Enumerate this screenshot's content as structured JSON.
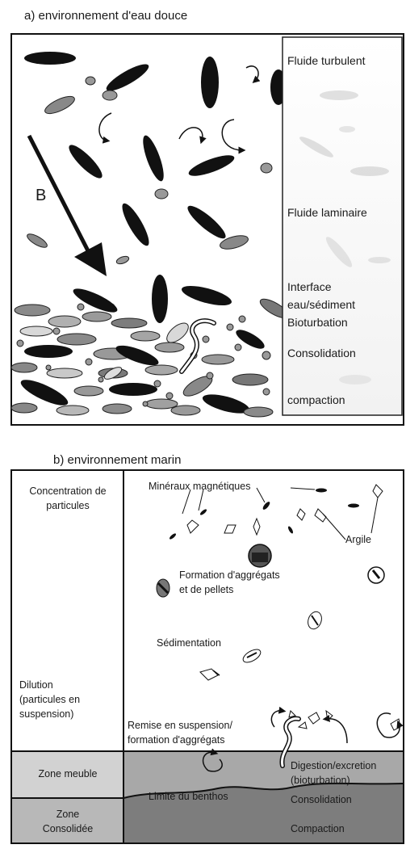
{
  "panel_a": {
    "title": "a) environnement d'eau douce",
    "arrow_label": "B",
    "labels": {
      "turbulent": "Fluide turbulent",
      "laminaire": "Fluide laminaire",
      "interface_1": "Interface",
      "interface_2": "eau/sédiment",
      "bioturbation": "Bioturbation",
      "consolidation": "Consolidation",
      "compaction": "compaction"
    }
  },
  "panel_b": {
    "title": "b) environnement marin",
    "left_column": {
      "concentration_1": "Concentration de",
      "concentration_2": "particules",
      "dilution_1": "Dilution",
      "dilution_2": "(particules en",
      "dilution_3": "suspension)",
      "zone_meuble": "Zone meuble",
      "zone_consolidee_1": "Zone",
      "zone_consolidee_2": "Consolidée"
    },
    "annotations": {
      "mineraux": "Minéraux magnétiques",
      "argile": "Argile",
      "aggregats_1": "Formation d'aggrégats",
      "aggregats_2": "et de pellets",
      "sedimentation": "Sédimentation",
      "remise_1": "Remise en suspension/",
      "remise_2": "formation d'aggrégats",
      "digestion_1": "Digestion/excretion",
      "digestion_2": "(bioturbation)",
      "limite": "Limite du benthos",
      "consolidation": "Consolidation",
      "compaction": "Compaction"
    }
  }
}
